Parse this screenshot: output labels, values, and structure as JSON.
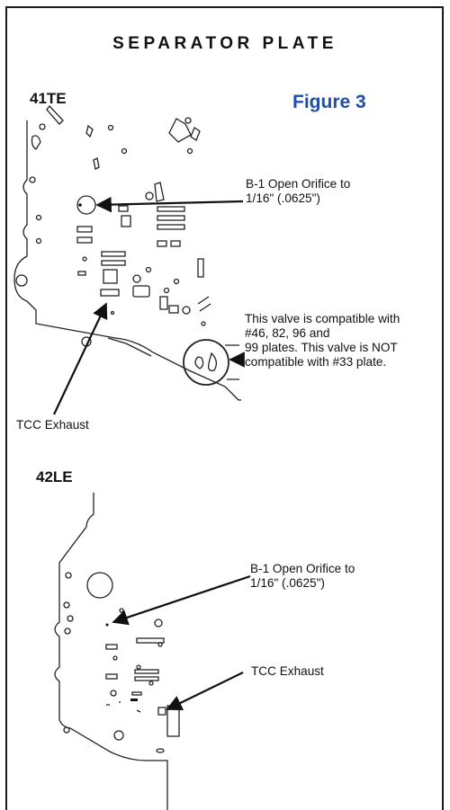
{
  "title": "SEPARATOR PLATE",
  "figure_label": "Figure 3",
  "figure_label_color": "#1f4fa6",
  "section_top": {
    "label": "41TE",
    "callout_orifice": "B-1 Open Orifice to\n1/16\" (.0625\")",
    "callout_valve": "This valve is compatible with\n#46, 82, 96 and\n99 plates. This valve is NOT\ncompatible with #33 plate.",
    "callout_exhaust": "TCC Exhaust"
  },
  "section_bottom": {
    "label": "42LE",
    "callout_orifice": "B-1 Open Orifice to\n1/16\" (.0625\")",
    "callout_exhaust": "TCC Exhaust"
  }
}
